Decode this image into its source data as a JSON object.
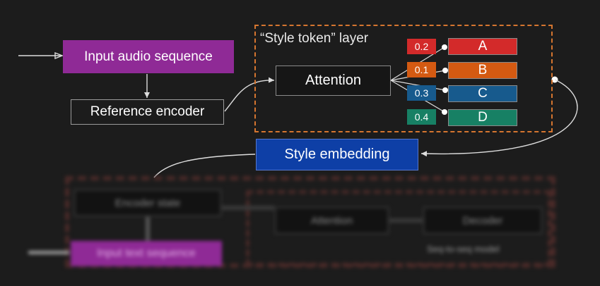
{
  "input_box": {
    "label": "Input audio sequence",
    "color": "#8f2a96"
  },
  "reference_encoder": {
    "label": "Reference encoder"
  },
  "style_token_layer": {
    "title": "“Style token” layer",
    "frame_color": "#d5752f"
  },
  "attention": {
    "label": "Attention"
  },
  "tokens": [
    {
      "label": "A",
      "weight": "0.2",
      "color": "#d32a2a"
    },
    {
      "label": "B",
      "weight": "0.1",
      "color": "#d45a12"
    },
    {
      "label": "C",
      "weight": "0.3",
      "color": "#175a8d"
    },
    {
      "label": "D",
      "weight": "0.4",
      "color": "#178064"
    }
  ],
  "style_embedding": {
    "label": "Style embedding",
    "color": "#0e3fa6"
  },
  "obscured": {
    "encoder_label": "Encoder state",
    "attention_label": "Attention",
    "decoder_label": "Decoder",
    "input_label": "Input text sequence",
    "caption": "Seq-to-seq model"
  }
}
